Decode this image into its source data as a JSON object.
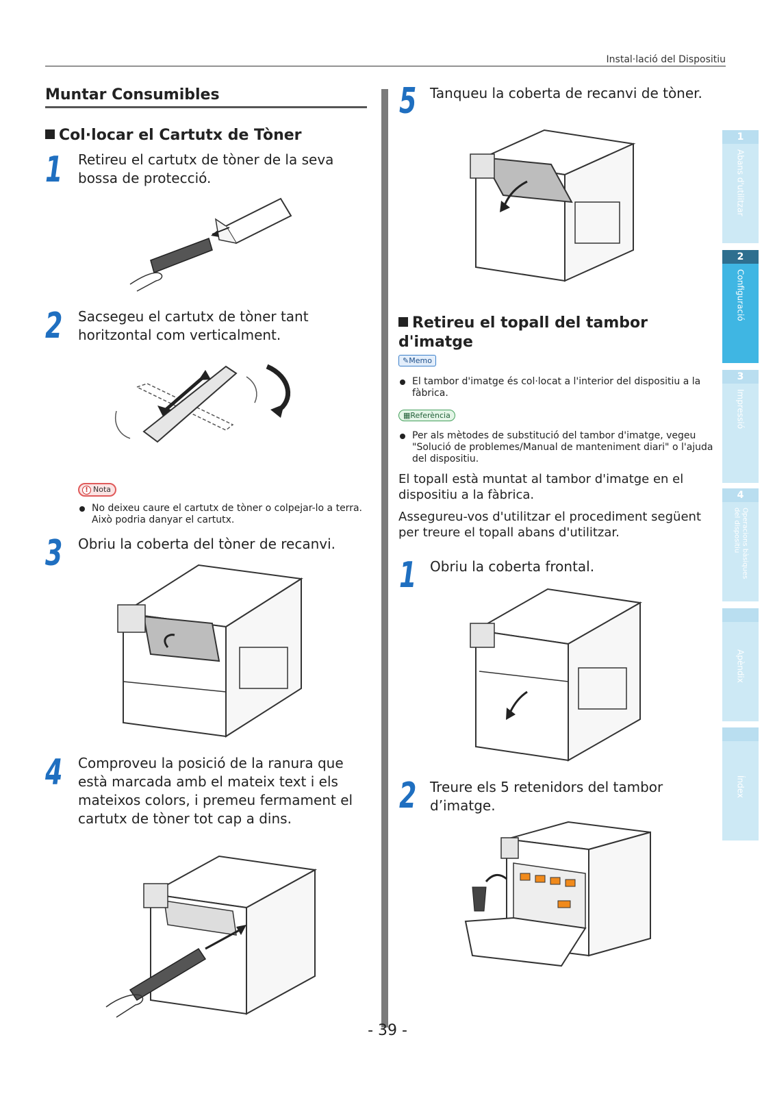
{
  "header": {
    "title": "Instal·lació del Dispositiu"
  },
  "section": {
    "title": "Muntar Consumibles"
  },
  "left": {
    "subhead": "Col·locar el Cartutx de Tòner",
    "steps": [
      {
        "num": "1",
        "text": "Retireu el cartutx de tòner de la seva bossa de protecció."
      },
      {
        "num": "2",
        "text": "Sacsegeu el cartutx de tòner tant horitzontal com verticalment."
      },
      {
        "num": "3",
        "text": "Obriu la coberta del tòner de recanvi."
      },
      {
        "num": "4",
        "text": "Comproveu la posició de la ranura que està marcada amb el mateix text i els mateixos colors, i premeu fermament el cartutx de tòner tot cap a dins."
      }
    ],
    "note": {
      "label": "Nota",
      "bullet": "No deixeu caure el cartutx de tòner o colpejar-lo a terra. Això podria danyar el cartutx."
    }
  },
  "right": {
    "step5": {
      "num": "5",
      "text": "Tanqueu la coberta de recanvi de tòner."
    },
    "subhead": "Retireu el topall del tambor d'imatge",
    "memo": {
      "label": "Memo",
      "bullet": "El tambor d'imatge és col·locat a l'interior del dispositiu a la fàbrica."
    },
    "reference": {
      "label": "Referència",
      "bullet": "Per als mètodes de substitució del tambor d'imatge, vegeu \"Solució de problemes/Manual de manteniment diari\" o l'ajuda del dispositiu."
    },
    "para1": "El topall està muntat al tambor d'imatge en el dispositiu a la fàbrica.",
    "para2": "Assegureu-vos d'utilitzar el procediment següent per treure el topall abans d'utilitzar.",
    "steps": [
      {
        "num": "1",
        "text": "Obriu la coberta frontal."
      },
      {
        "num": "2",
        "text": "Treure els 5 retenidors del tambor d’imatge."
      }
    ]
  },
  "footer": {
    "page": "- 39 -"
  },
  "tabs": [
    {
      "num": "1",
      "label": "Abans d'utilitzar"
    },
    {
      "num": "2",
      "label": "Configuració"
    },
    {
      "num": "3",
      "label": "Impressió"
    },
    {
      "num": "4",
      "label": "Operacions bàsiques del dispositiu"
    },
    {
      "num": "",
      "label": "Apèndix"
    },
    {
      "num": "",
      "label": "Índex"
    }
  ],
  "colors": {
    "accent_blue": "#1f6fc0",
    "tab_active": "#3fb6e3",
    "tab_inactive": "#cde9f5"
  }
}
